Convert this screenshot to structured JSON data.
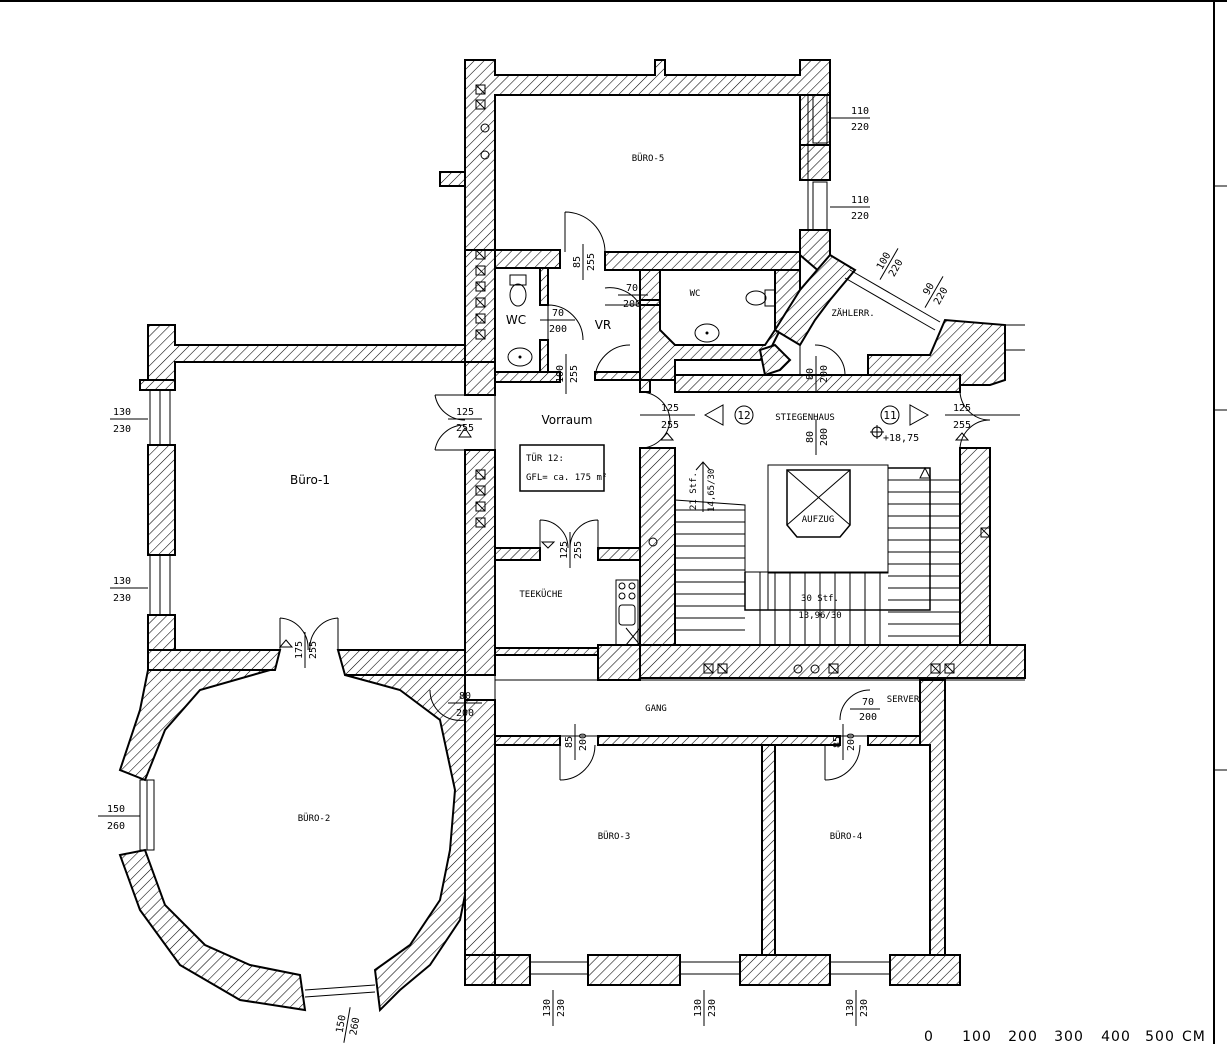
{
  "rooms": {
    "buero5": "BÜRO-5",
    "buero1": "Büro-1",
    "buero2": "BÜRO-2",
    "buero3": "BÜRO-3",
    "buero4": "BÜRO-4",
    "wc_left": "WC",
    "wc_right": "WC",
    "vr": "VR",
    "vorraum": "Vorraum",
    "teekueche": "TEEKÜCHE",
    "gang": "GANG",
    "server": "SERVER",
    "staircase": "STIEGENHAUS",
    "meter_room": "ZÄHLERR.",
    "elevator": "AUFZUG"
  },
  "info_box": {
    "line1": "TÜR 12:",
    "line2": "GFL= ca. 175 m²"
  },
  "markers": {
    "door_12": "12",
    "door_11": "11",
    "level": "+18,75"
  },
  "stairs": {
    "upper_count": "21 Stf.",
    "upper_dims": "14,65/30",
    "lower_count": "30 Stf.",
    "lower_dims": "13,96/30"
  },
  "dimensions": {
    "w_b5_top": [
      "110",
      "220"
    ],
    "w_b5_bot": [
      "110",
      "220"
    ],
    "d_b5": [
      "85",
      "255"
    ],
    "d_wc_left": [
      "70",
      "200"
    ],
    "d_wc_right": [
      "70",
      "200"
    ],
    "d_vr": [
      "100",
      "255"
    ],
    "w_zaehl_1": [
      "100",
      "220"
    ],
    "w_zaehl_2": [
      "90",
      "220"
    ],
    "d_zaehl": [
      "80",
      "200"
    ],
    "d_vorraum_left": [
      "125",
      "255"
    ],
    "d_vorraum_right": [
      "125",
      "255"
    ],
    "d_stiegen_right": [
      "125",
      "255"
    ],
    "d_stiegen_center": [
      "80",
      "200"
    ],
    "w_b1_top": [
      "130",
      "230"
    ],
    "w_b1_bot": [
      "130",
      "230"
    ],
    "d_b1": [
      "175",
      "255"
    ],
    "d_teek": [
      "125",
      "255"
    ],
    "d_gang": [
      "80",
      "200"
    ],
    "d_b3": [
      "85",
      "200"
    ],
    "d_b4": [
      "85",
      "200"
    ],
    "d_server": [
      "70",
      "200"
    ],
    "w_b2_side": [
      "150",
      "260"
    ],
    "w_b2_bot": [
      "150",
      "260"
    ],
    "w_b3_1": [
      "130",
      "230"
    ],
    "w_b3_2": [
      "130",
      "230"
    ],
    "w_b4": [
      "130",
      "230"
    ]
  },
  "scale": {
    "ticks": [
      "0",
      "100",
      "200",
      "300",
      "400",
      "500"
    ],
    "unit": "CM"
  },
  "colors": {
    "ink": "#000000",
    "paper": "#ffffff"
  }
}
